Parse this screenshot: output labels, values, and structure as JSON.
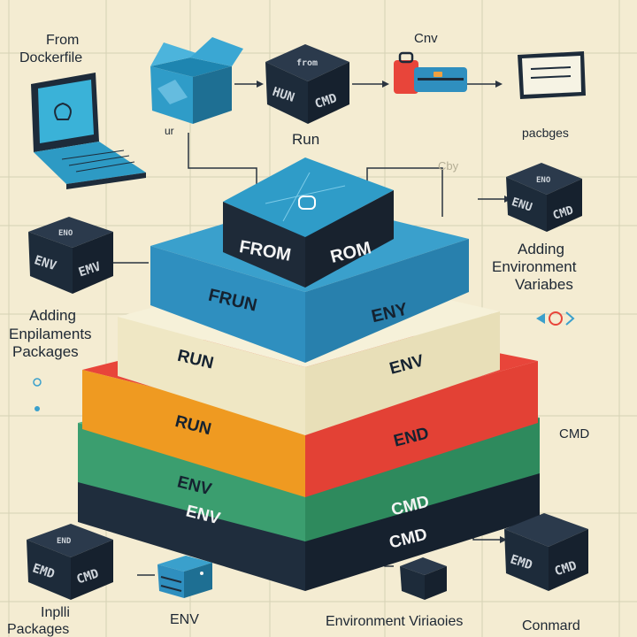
{
  "labels": {
    "from_dockerfile_1": "From",
    "from_dockerfile_2": "Dockerfile",
    "cnv": "Cnv",
    "run": "Run",
    "pacbges": "pacbges",
    "cby": "Cby",
    "adding_env_1": "Adding",
    "adding_env_2": "Environment",
    "adding_env_3": "Variabes",
    "adding_pkg_1": "Adding",
    "adding_pkg_2": "Enpilaments",
    "adding_pkg_3": "Packages",
    "cmd_side": "CMD",
    "inplli_1": "Inplli",
    "inplli_2": "Packages",
    "env_bottom": "ENV",
    "environment_variables": "Environment Viriaoies",
    "conmand": "Conmard",
    "ur": "ur"
  },
  "cubes": {
    "run_cube_top": "from",
    "run_cube_left": "HUN",
    "run_cube_right": "CMD",
    "env_cube_left_top": "ENO",
    "env_cube_left_left": "ENV",
    "env_cube_left_right": "EMV",
    "env_cube_right_top": "ENO",
    "env_cube_right_left": "ENU",
    "env_cube_right_right": "CMD",
    "emd_cube_left_top": "END",
    "emd_cube_left_left": "EMD",
    "emd_cube_left_right": "CMD",
    "emd_cube_right_left": "EMD",
    "emd_cube_right_right": "CMD"
  },
  "stack": {
    "from_box_left": "FROM",
    "from_box_right": "ROM",
    "layer_blue_left": "FRUN",
    "layer_blue_right": "ENY",
    "layer_cream_left": "RUN",
    "layer_cream_right": "ENV",
    "layer_red_left": "RUN",
    "layer_red_right": "END",
    "layer_green_left": "ENV",
    "layer_green_right": "CMD",
    "layer_navy_left": "ENV",
    "layer_navy_right": "CMD"
  },
  "colors": {
    "background": "#f4ecd2",
    "blue": "#2f8fbf",
    "cream": "#f1ebcf",
    "red": "#e8453a",
    "orange": "#ef9a21",
    "green": "#3b9e6f",
    "navy": "#1f2d3d",
    "ink": "#1d2733"
  }
}
